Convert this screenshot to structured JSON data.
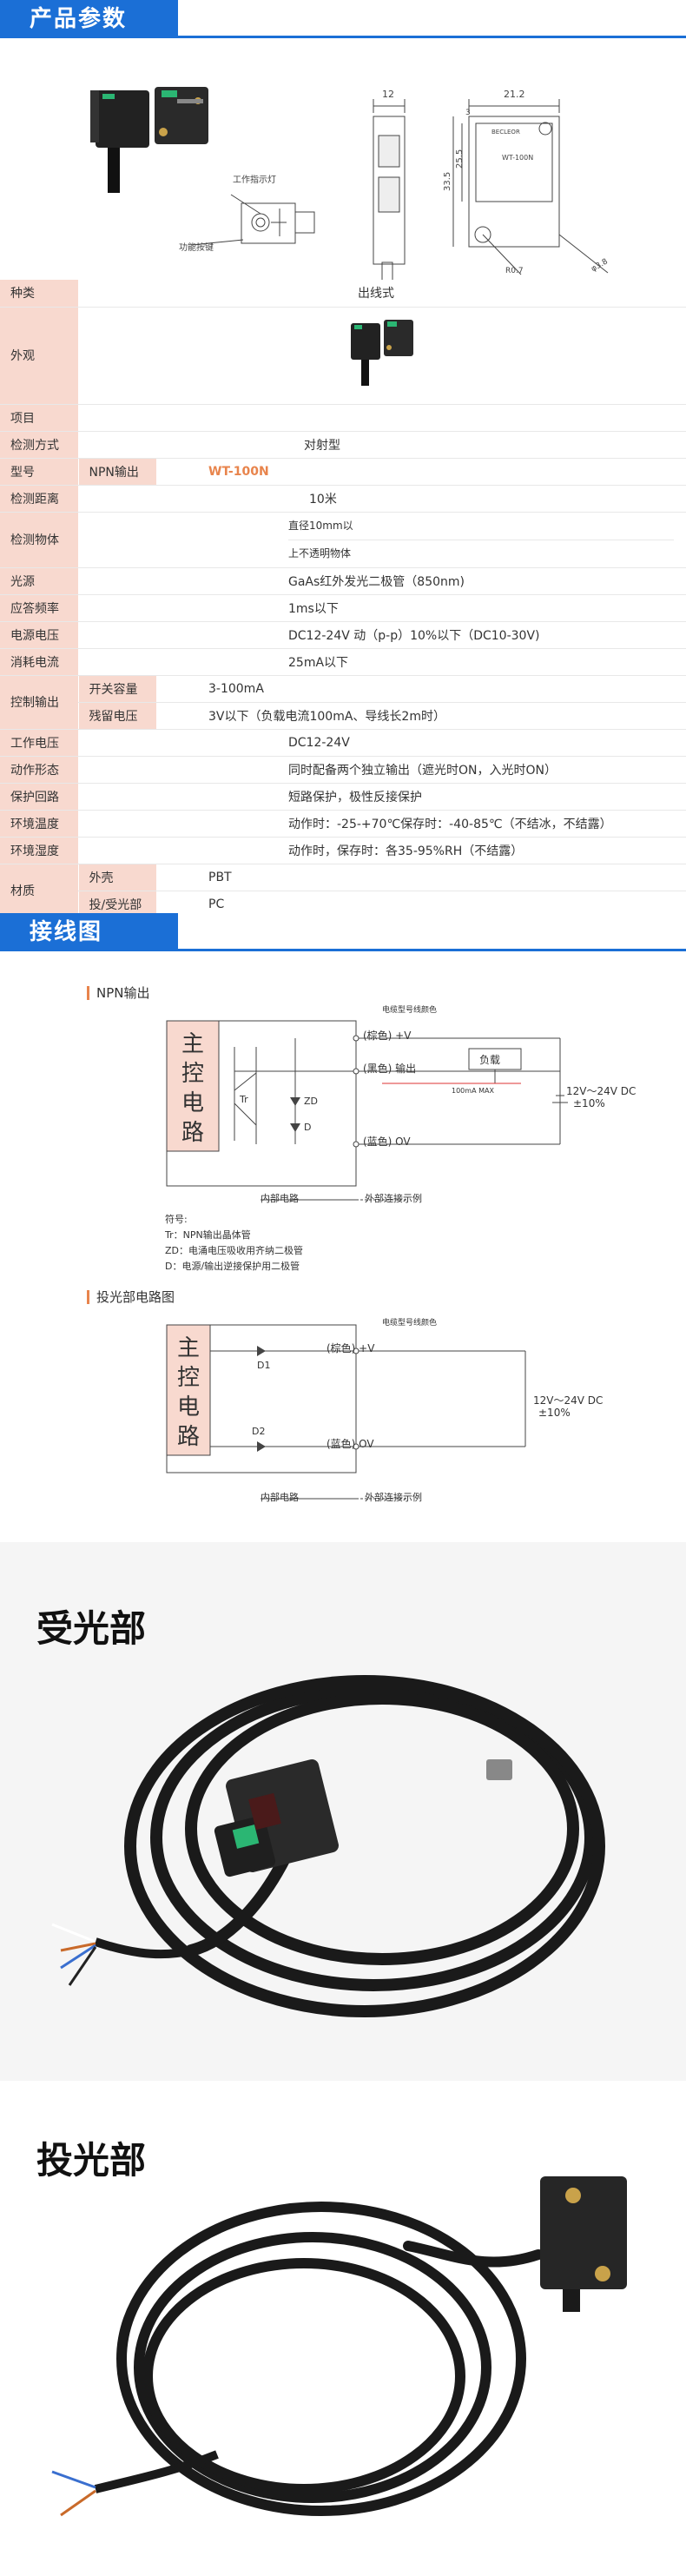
{
  "section1": {
    "title": "产品参数"
  },
  "drawing": {
    "indicator_label": "工作指示灯",
    "knob_label": "功能按键",
    "dim_width": "12",
    "dim_depth": "21.2",
    "dim_height": "33.5",
    "dim_inner": "25.5",
    "dim_top": "3",
    "dim_hole": "R0.7",
    "dim_cable": "φ3.8",
    "label_model": "WT-100N",
    "brand": "BECLEOR"
  },
  "spec": {
    "rows": [
      {
        "k": "种类",
        "v": "出线式"
      },
      {
        "k": "外观",
        "v": ""
      },
      {
        "k": "项目",
        "v": ""
      },
      {
        "k": "检测方式",
        "v": "对射型"
      },
      {
        "k": "型号",
        "k2": "NPN输出",
        "v": "WT-100N"
      },
      {
        "k": "检测距离",
        "v": "10米"
      },
      {
        "k": "检测物体",
        "v1": "直径10mm以",
        "v2": "上不透明物体"
      },
      {
        "k": "光源",
        "v": "GaAs红外发光二极管（850nm)"
      },
      {
        "k": "应答频率",
        "v": "1ms以下"
      },
      {
        "k": "电源电压",
        "v": "DC12-24V 动（p-p）10%以下（DC10-30V)"
      },
      {
        "k": "消耗电流",
        "v": "25mA以下"
      },
      {
        "k": "控制输出",
        "k2a": "开关容量",
        "va": "3-100mA",
        "k2b": "残留电压",
        "vb": "3V以下（负载电流100mA、导线长2m时）"
      },
      {
        "k": "工作电压",
        "v": "DC12-24V"
      },
      {
        "k": "动作形态",
        "v": "同时配备两个独立输出（遮光时ON，入光时ON）"
      },
      {
        "k": "保护回路",
        "v": "短路保护，极性反接保护"
      },
      {
        "k": "环境温度",
        "v": "动作时：-25-+70℃保存时：-40-85℃（不结冰，不结露）"
      },
      {
        "k": "环境湿度",
        "v": "动作时，保存时：各35-95%RH（不结露）"
      },
      {
        "k": "材质",
        "k2a": "外壳",
        "va": "PBT",
        "k2b": "投/受光部",
        "vb": "PC"
      }
    ]
  },
  "section2": {
    "title": "接线图"
  },
  "npn": {
    "title": "NPN输出",
    "main_circuit": [
      "主",
      "控",
      "电",
      "路"
    ],
    "wire_color_note": "电缆型号线颜色",
    "brown": "(棕色) +V",
    "black": "(黑色) 输出",
    "blue": "(蓝色) OV",
    "load": "负载",
    "max": "100mA MAX",
    "supply": "12V～24V DC",
    "supply2": "±10%",
    "tr": "Tr",
    "zd": "ZD",
    "d": "D",
    "internal": "内部电路",
    "external": "外部连接示例",
    "legend_title": "符号:",
    "legend": [
      "Tr：NPN输出晶体管",
      "ZD：电涌电压吸收用齐纳二极管",
      "D：电源/输出逆接保护用二极管"
    ]
  },
  "emitter": {
    "title": "投光部电路图",
    "main_circuit": [
      "主",
      "控",
      "电",
      "路"
    ],
    "wire_color_note": "电缆型号线颜色",
    "brown": "(棕色) +V",
    "blue": "(蓝色) OV",
    "d1": "D1",
    "d2": "D2",
    "supply": "12V～24V DC",
    "supply2": "±10%",
    "internal": "内部电路",
    "external": "外部连接示例"
  },
  "photo1": {
    "title": "受光部"
  },
  "photo2": {
    "title": "投光部"
  },
  "colors": {
    "accent_blue": "#1b6fd6",
    "key_bg": "#f8d9cf",
    "orange": "#e8844c",
    "sensor_green": "#2bb673"
  }
}
